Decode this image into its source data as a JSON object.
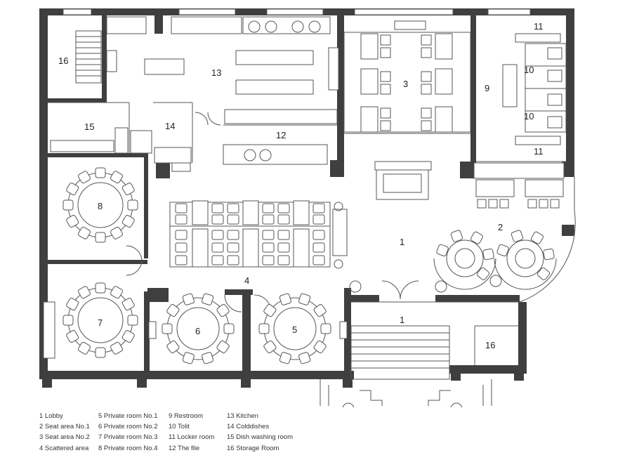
{
  "room_labels": {
    "lobby_main": "1",
    "lobby_entry": "1",
    "seat_area_1": "2",
    "seat_area_2": "3",
    "scattered_area": "4",
    "private_room_1": "5",
    "private_room_2": "6",
    "private_room_3": "7",
    "private_room_4": "8",
    "restroom": "9",
    "toilet_top": "10",
    "toilet_bottom": "10",
    "locker_top": "11",
    "locker_bottom": "11",
    "the_file": "12",
    "kitchen": "13",
    "colddishes": "14",
    "dish_washing": "15",
    "storage_top": "16",
    "storage_bottom": "16"
  },
  "legend": [
    "1 Lobby",
    "2 Seat area No.1",
    "3 Seat area No.2",
    "4 Scattered area",
    "5 Private room No.1",
    "6 Private room No.2",
    "7 Private room No.3",
    "8 Private room No.4",
    "9 Restroom",
    "10 Tolit",
    "11 Locker room",
    "12 The file",
    "13 Kitchen",
    "14 Colddishes",
    "15 Dish washing room",
    "16 Storage Room"
  ]
}
